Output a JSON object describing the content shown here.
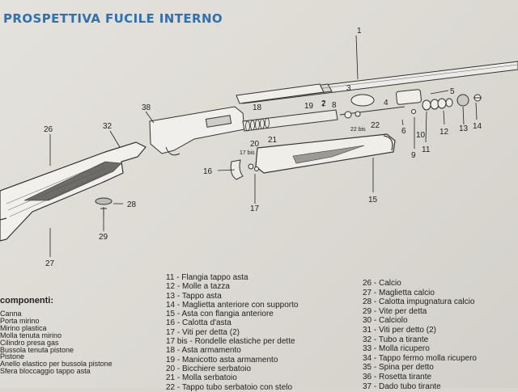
{
  "title": "PROSPETTIVA FUCILE INTERNO",
  "callouts": [
    "1",
    "2",
    "3",
    "4",
    "5",
    "6",
    "7",
    "8",
    "9",
    "10",
    "11",
    "12",
    "13",
    "14",
    "15",
    "16",
    "17",
    "17 bis",
    "18",
    "19",
    "20",
    "21",
    "22",
    "22 bis",
    "26",
    "27",
    "28",
    "29",
    "32",
    "38"
  ],
  "legend": {
    "heading": "componenti:",
    "left": [
      "Canna",
      "Porta mirino",
      "Mirino plastica",
      "Molla tenuta mirino",
      "Cilindro presa gas",
      "Bussola tenuta pistone",
      "Pistone",
      "Anello elastico per bussola pistone",
      "Sfera bloccaggio tappo asta"
    ],
    "middle": [
      "11 - Flangia tappo asta",
      "12 - Molle a tazza",
      "13 - Tappo asta",
      "14 - Maglietta anteriore con supporto",
      "15 - Asta con flangia anteriore",
      "16 - Calotta d'asta",
      "17 - Viti per detta (2)",
      "17 bis - Rondelle elastiche per dette",
      "18 - Asta armamento",
      "19 - Manicotto asta armamento",
      "20 - Bicchiere serbatoio",
      "21 - Molla serbatoio",
      "22 - Tappo tubo serbatoio con stelo"
    ],
    "right": [
      "26 - Calcio",
      "27 - Maglietta calcio",
      "28 - Calotta impugnatura calcio",
      "29 - Vite per detta",
      "30 - Calciolo",
      "31 - Viti per detto (2)",
      "32 - Tubo a tirante",
      "33 - Molla ricupero",
      "34 - Tappo fermo molla ricupero",
      "35 - Spina per detto",
      "36 - Rosetta tirante",
      "37 - Dado tubo tirante"
    ]
  },
  "colors": {
    "title": "#2f6fb3",
    "ink": "#222222",
    "paper": "#e2dfd9"
  }
}
